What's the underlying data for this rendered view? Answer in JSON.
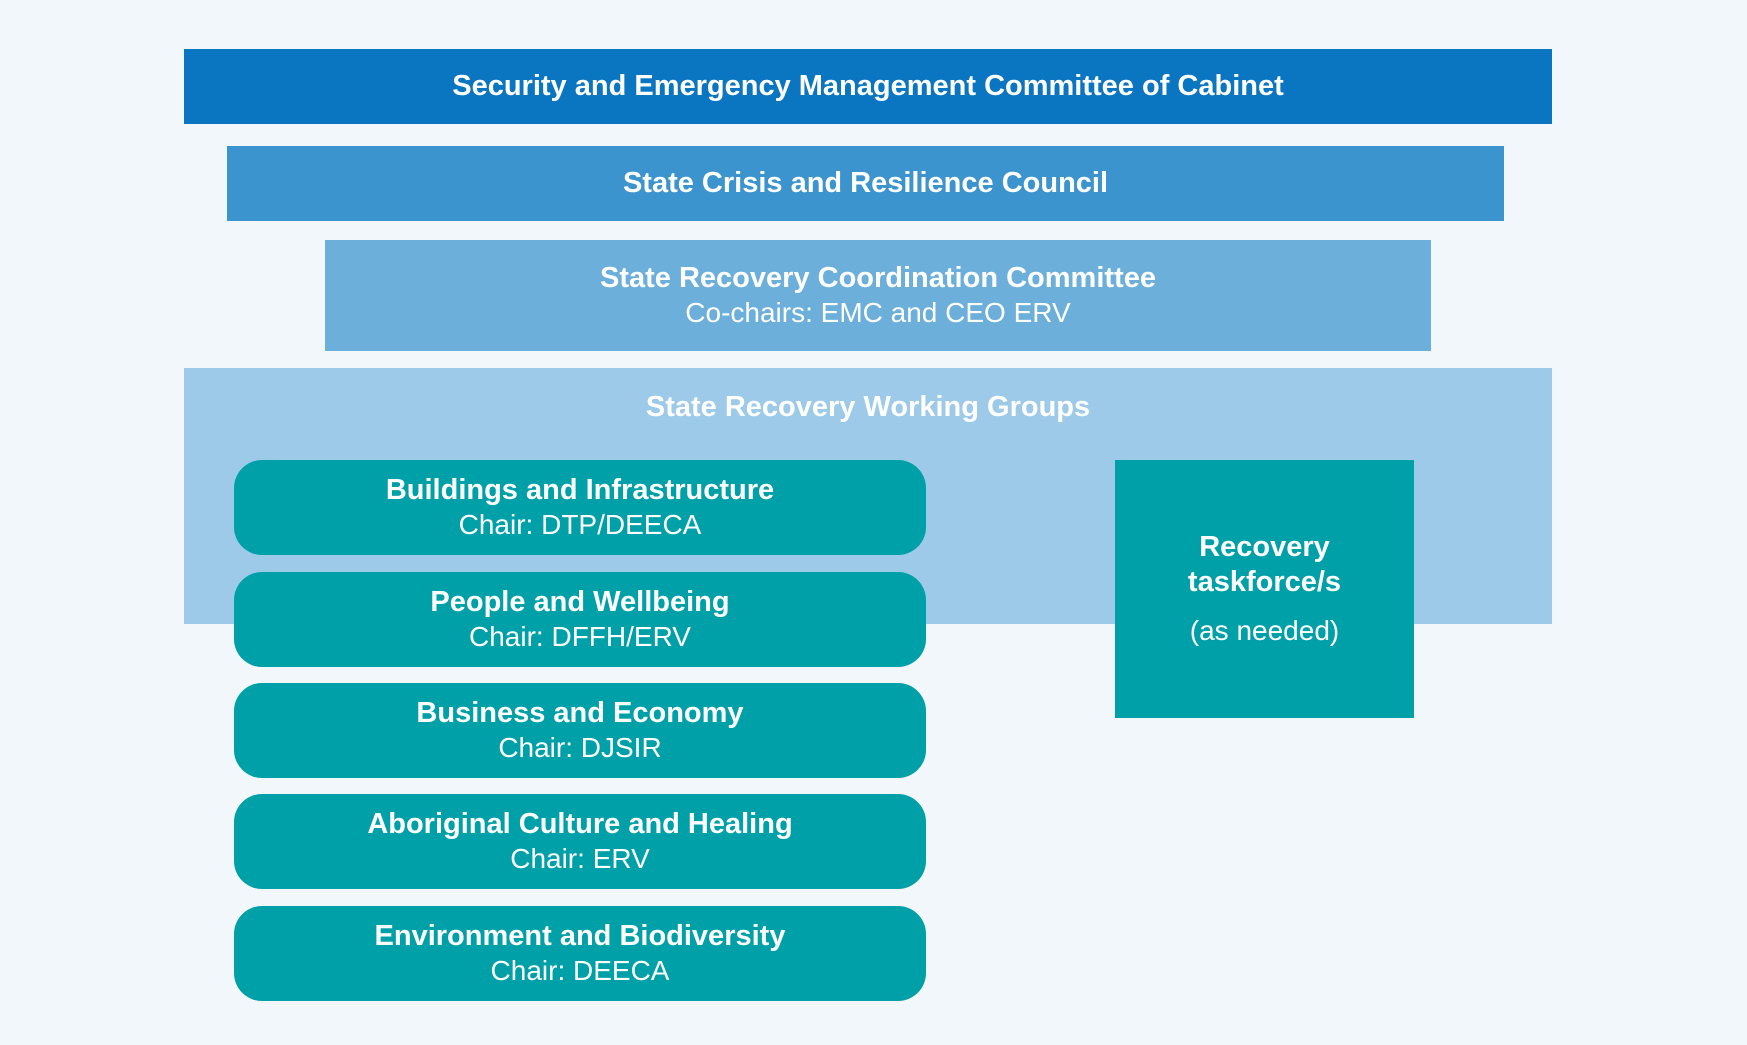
{
  "levels": [
    {
      "title": "Security and Emergency Management Committee of Cabinet"
    },
    {
      "title": "State Crisis and Resilience Council"
    },
    {
      "title": "State Recovery Coordination Committee",
      "subtitle": "Co-chairs: EMC and CEO ERV"
    }
  ],
  "working_groups": {
    "title": "State Recovery Working Groups",
    "groups": [
      {
        "title": "Buildings and Infrastructure",
        "chair": "Chair: DTP/DEECA"
      },
      {
        "title": "People and Wellbeing",
        "chair": "Chair: DFFH/ERV"
      },
      {
        "title": "Business and Economy",
        "chair": "Chair: DJSIR"
      },
      {
        "title": "Aboriginal Culture and Healing",
        "chair": "Chair: ERV"
      },
      {
        "title": "Environment and Biodiversity",
        "chair": "Chair: DEECA"
      }
    ],
    "taskforce": {
      "line1": "Recovery",
      "line2": "taskforce/s",
      "note": "(as needed)"
    }
  },
  "colors": {
    "level1": "#0a75c0",
    "level2": "#3b94cd",
    "level3": "#6bafda",
    "working_groups_bg": "#9ccae8",
    "teal": "#00a0a8",
    "background": "#f2f7fb"
  }
}
